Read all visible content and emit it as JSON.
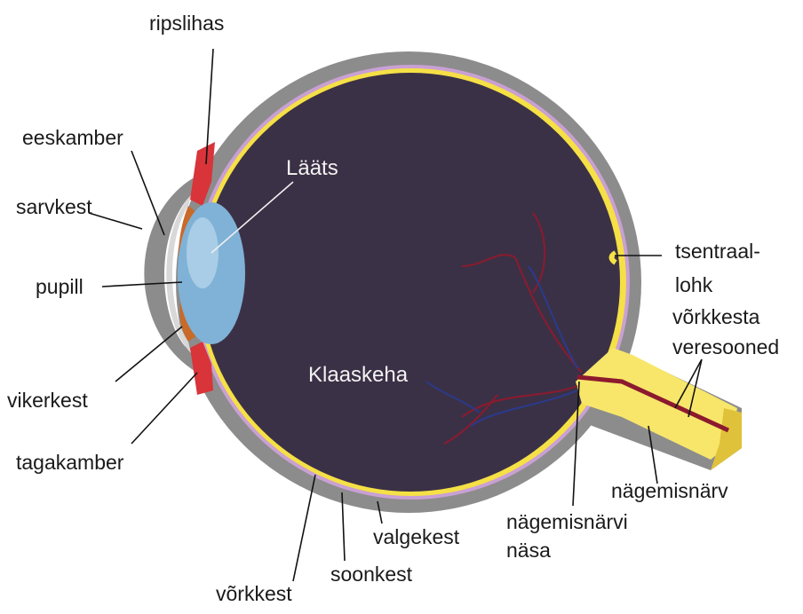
{
  "labels": {
    "ciliary": "ripslihas",
    "anterior_chamber": "eeskamber",
    "cornea": "sarvkest",
    "pupil": "pupill",
    "iris": "vikerkest",
    "posterior_chamber": "tagakamber",
    "lens": "Lääts",
    "vitreous": "Klaaskeha",
    "fovea_line1": "tsentraal-",
    "fovea_line2": "lohk",
    "vessels_line1": "võrkkesta",
    "vessels_line2": "veresooned",
    "optic_nerve": "nägemisnärv",
    "disc_line1": "nägemisnärvi",
    "disc_line2": "näsa",
    "sclera": "valgekest",
    "choroid": "soonkest",
    "retina": "võrkkest"
  },
  "colors": {
    "sclera": "#8c8c8c",
    "vitreous": "#3b3146",
    "choroid": "#c9a0d4",
    "retina": "#f5e046",
    "nerve": "#f7e66a",
    "lens": "#7fb2d6",
    "iris": "#c86a2a",
    "ciliary": "#d8343a",
    "cornea": "#d8d8d8",
    "vessel_red": "#8c1a2e",
    "vessel_blue": "#2a3a8c"
  }
}
